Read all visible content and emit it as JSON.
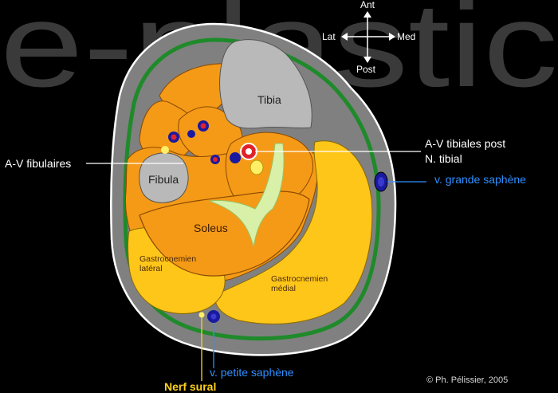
{
  "watermark": "e-plastic",
  "orientation": {
    "ant": "Ant",
    "post": "Post",
    "lat": "Lat",
    "med": "Med"
  },
  "labels": {
    "av_tibiales_post": "A-V tibiales post",
    "n_tibial": "N. tibial",
    "av_fibulaires": "A-V fibulaires",
    "v_grande_saphene": "v. grande saphène",
    "v_petite_saphene": "v. petite saphène",
    "nerf_sural": "Nerf sural"
  },
  "structures": {
    "tibia": "Tibia",
    "fibula": "Fibula",
    "soleus": "Soleus",
    "gastro_lateral": "Gastrocnemien\nlatéral",
    "gastro_medial": "Gastrocnemien\nmédial"
  },
  "credit": "© Ph. Pélissier, 2005",
  "colors": {
    "background": "#000000",
    "skin": "#808080",
    "fascia": "#1f8a2a",
    "muscle_orange": "#f59a17",
    "muscle_yellow": "#ffc61a",
    "bone": "#b9b9b9",
    "vein": "#1a1aa0",
    "artery": "#e0222a",
    "nerve": "#ffee66",
    "septum": "#d9f0a8",
    "label_blue": "#2f8fff",
    "label_yellow": "#ffd21a"
  }
}
